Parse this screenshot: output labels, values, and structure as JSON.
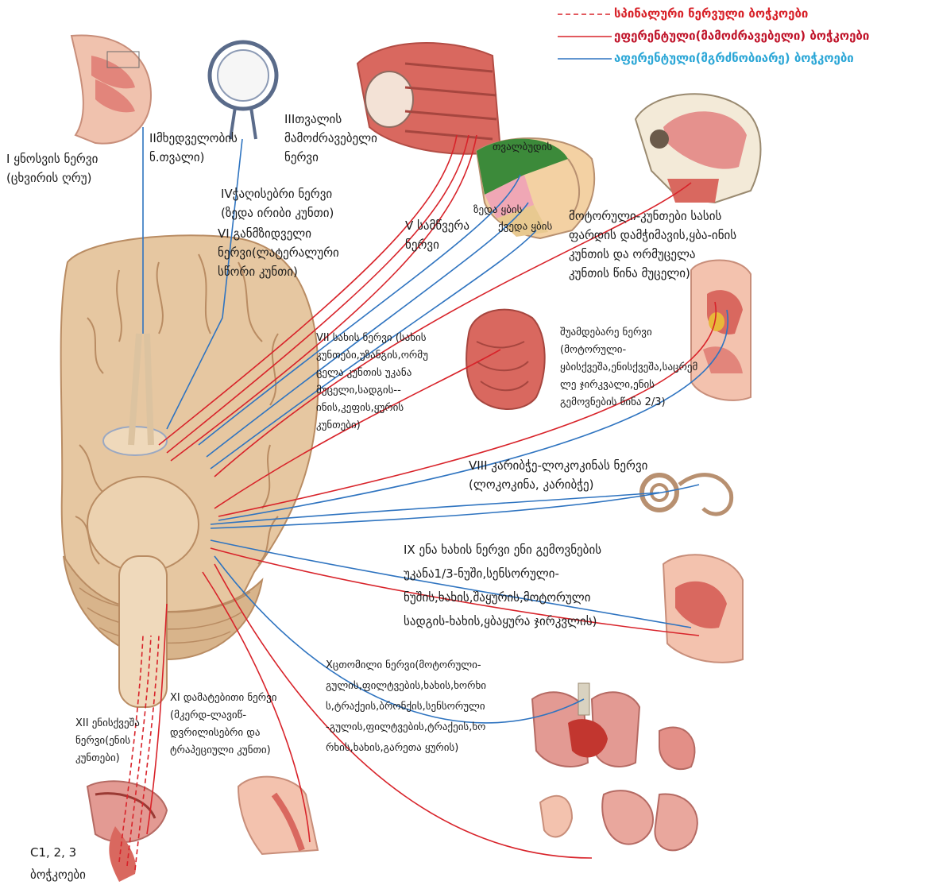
{
  "colors": {
    "spinal": "#d8232a",
    "efferent": "#d8232a",
    "afferent": "#2f74c0",
    "afferent_text": "#2aa6d6",
    "efferent_text": "#c0142a",
    "brain": "#e8c9a4",
    "brain_dark": "#c9a27c",
    "muscle": "#d9685f",
    "skin": "#f1c9b5",
    "face_green": "#3c8a3a",
    "face_pink": "#f0a7b5",
    "face_tan": "#e8c990"
  },
  "legend": {
    "spinal": "სპინალური ნერვული ბოჭკოები",
    "efferent": "ეფერენტული(მამოძრავებელი) ბოჭკოები",
    "afferent": "აფერენტული(მგრძნობიარე) ბოჭკოები"
  },
  "labels": {
    "olfactory": [
      "I ყნოსვის ნერვი",
      "(ცხვირის ღრუ)"
    ],
    "optic": [
      "IIმხედველობის",
      "ნ.თვალი)"
    ],
    "oculomotor": [
      "IIIთვალის",
      "მამოძრავებელი",
      "ნერვი"
    ],
    "trochlear": [
      "IVჭაღისებრი ნერვი",
      "(ზედა ირიბი კუნთი)"
    ],
    "abducens": [
      "VI განმზიდველი",
      "ნერვი(ლატერალური",
      "სწორი კუნთი)"
    ],
    "trigeminal": [
      "V სამწვერა",
      "ნერვი"
    ],
    "eyelid": "თვალბუდის",
    "upper_jaw": "ზედა ყბის",
    "lower_jaw": "ქვედა ყბის",
    "motor_muscles": [
      "მოტორული-კუნთები სასის",
      "ფარდის დამჭიმავის,ყბა-ინის",
      "კუნთის და ორმუცელა",
      "კუნთის  წინა მუცელი)"
    ],
    "facial": [
      "VII სახის ნერვი (სახის",
      "კუნთები,უზანგის,ორმუ",
      "ცელა კუნთის უკანა",
      "მუცელი,სადგის--",
      "ინის,კეფის,ყურის",
      "კუნთები)"
    ],
    "intermediate": [
      "შუამდებარე ნერვი",
      "(მოტორული-",
      "ყბისქვეშა,ენისქვეშა,საცრემ",
      "ლე ჯირკვალი,ენის",
      "გემოვნების წინა 2/3)"
    ],
    "vestibulocochlear": [
      "VIII კარიბჭე-ლოკოკინას ნერვი",
      "(ლოკოკინა,     კარიბჭე)"
    ],
    "glossopharyngeal": [
      "IX ენა ხახის ნერვი ენი გემოვნების",
      "უკანა1/3-ნუში,სენსორული-",
      "ნუშის,ხახის,შაყურის,მოტორული",
      "სადგის-ხახის,ყბაყურა ჯირკვლის)"
    ],
    "vagus": [
      "Xცთომილი ნერვი(მოტორული-",
      "გულის,ფილტვების,ხახის,ხორხი",
      "ს,ტრაქეის,ბრონქის,სენსორული",
      "-გულის,ფილტვების,ტრაქეის,ხო",
      "რხის,ხახის,გარეთა ყურის)"
    ],
    "accessory": [
      "XI დამატებითი ნერვი",
      "(მკერდ-ლავიწ-",
      "დვრილისებრი და",
      "ტრაპეციული კუნთი)"
    ],
    "hypoglossal": [
      "XII ენისქვეშა",
      "ნერვი(ენის",
      "კუნთები)"
    ],
    "cervical": [
      "C1, 2, 3",
      "ბოჭკოები"
    ]
  }
}
